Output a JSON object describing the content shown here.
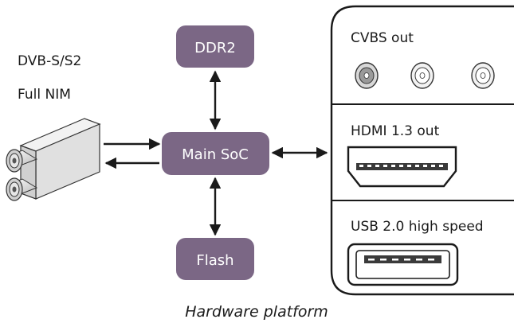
{
  "tuner": {
    "label_line1": "DVB-S/S2",
    "label_line2": "Full NIM"
  },
  "blocks": {
    "ddr2": "DDR2",
    "soc": "Main SoC",
    "flash": "Flash"
  },
  "panel": {
    "cvbs_title": "CVBS out",
    "hdmi_title": "HDMI 1.3 out",
    "usb_title": "USB 2.0 high speed"
  },
  "caption": "Hardware platform",
  "colors": {
    "block_fill": "#7b6785",
    "block_text": "#ffffff",
    "line": "#1a1a1a"
  }
}
